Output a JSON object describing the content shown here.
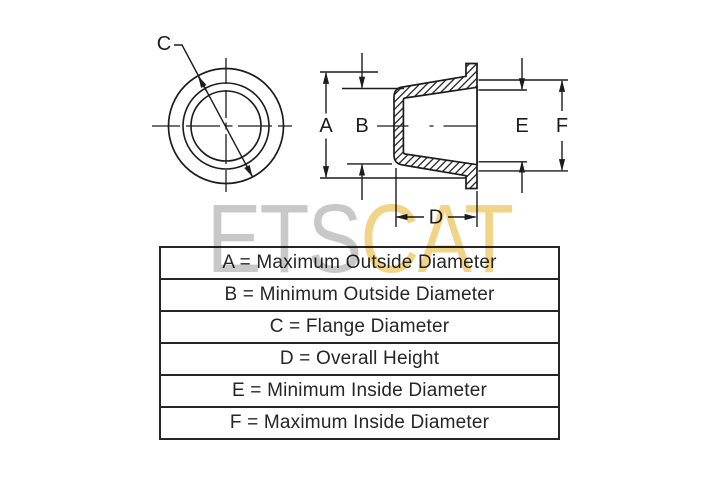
{
  "watermark": {
    "part1": "ETS",
    "part2": "CAT"
  },
  "colors": {
    "watermark_gray": "#c8c8c8",
    "watermark_gold": "#f2d488",
    "line_color": "#1c1c1c",
    "table_border": "#262626",
    "background": "#ffffff"
  },
  "diagram": {
    "front_view": {
      "label_c": "C"
    },
    "side_view": {
      "label_a": "A",
      "label_b": "B",
      "label_d": "D",
      "label_e": "E",
      "label_f": "F"
    }
  },
  "legend_table": {
    "rows": [
      "A = Maximum Outside Diameter",
      "B = Minimum Outside Diameter",
      "C = Flange Diameter",
      "D = Overall Height",
      "E = Minimum Inside Diameter",
      "F = Maximum Inside Diameter"
    ]
  }
}
